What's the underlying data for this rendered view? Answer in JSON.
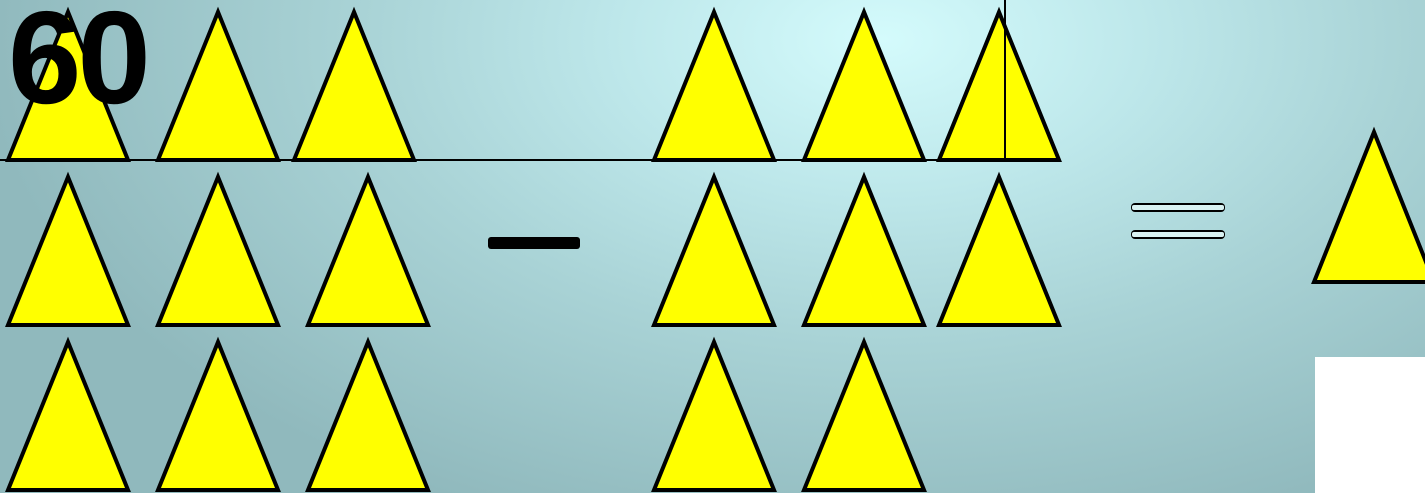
{
  "slide": {
    "number": "60",
    "background_colors": [
      "#d4fbfc",
      "#a9d3d6",
      "#90b9bd"
    ]
  },
  "equation": {
    "minuend_count": 9,
    "subtrahend_count": 8,
    "difference_count": 1,
    "minus_symbol": "minus-sign",
    "equals_symbol": "equals-sign",
    "triangle_fill": "#ffff00",
    "triangle_stroke": "#000000",
    "answer_box_fill": "#ffffff"
  }
}
